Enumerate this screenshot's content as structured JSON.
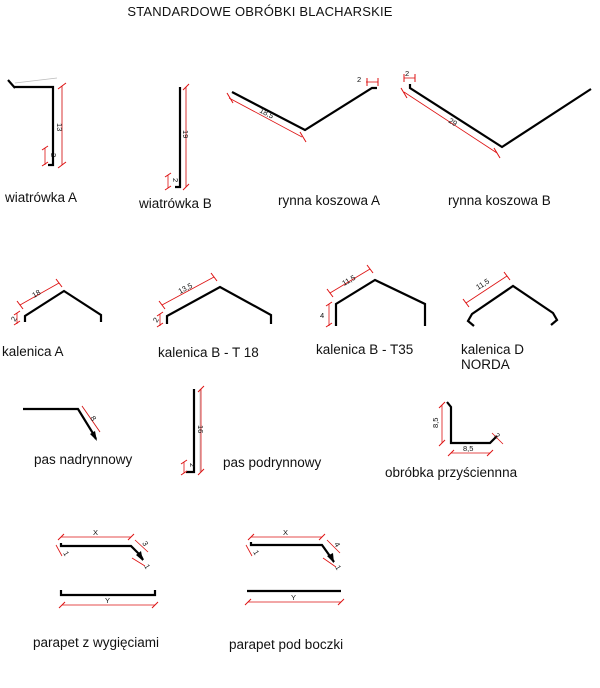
{
  "header": {
    "title": "STANDARDOWE OBRÓBKI BLACHARSKIE"
  },
  "colors": {
    "profile": "#000000",
    "dimension": "#dd1111",
    "background": "#ffffff"
  },
  "items": [
    {
      "label": "wiatrówka A",
      "dims": [
        "13",
        "2"
      ]
    },
    {
      "label": "wiatrówka B",
      "dims": [
        "19",
        "2"
      ]
    },
    {
      "label": "rynna koszowa A",
      "dims": [
        "18,5",
        "2"
      ]
    },
    {
      "label": "rynna koszowa B",
      "dims": [
        "29",
        "2"
      ]
    },
    {
      "label": "kalenica A",
      "dims": [
        "18",
        "2"
      ]
    },
    {
      "label": "kalenica B - T 18",
      "dims": [
        "13,5",
        "2"
      ]
    },
    {
      "label": "kalenica B - T35",
      "dims": [
        "11,5",
        "4"
      ]
    },
    {
      "label": "kalenica D",
      "label2": "NORDA",
      "dims": [
        "11,5"
      ]
    },
    {
      "label": "pas nadrynnowy",
      "dims": [
        "8"
      ]
    },
    {
      "label": "pas podrynnowy",
      "dims": [
        "16",
        "2"
      ]
    },
    {
      "label": "obróbka przyściennna",
      "dims": [
        "8,5",
        "8,5",
        "2"
      ]
    },
    {
      "label": "parapet z wygięciami",
      "dims": [
        "X",
        "3",
        "1",
        "1",
        "Y"
      ]
    },
    {
      "label": "parapet pod boczki",
      "dims": [
        "X",
        "4",
        "1",
        "1",
        "Y"
      ]
    }
  ]
}
